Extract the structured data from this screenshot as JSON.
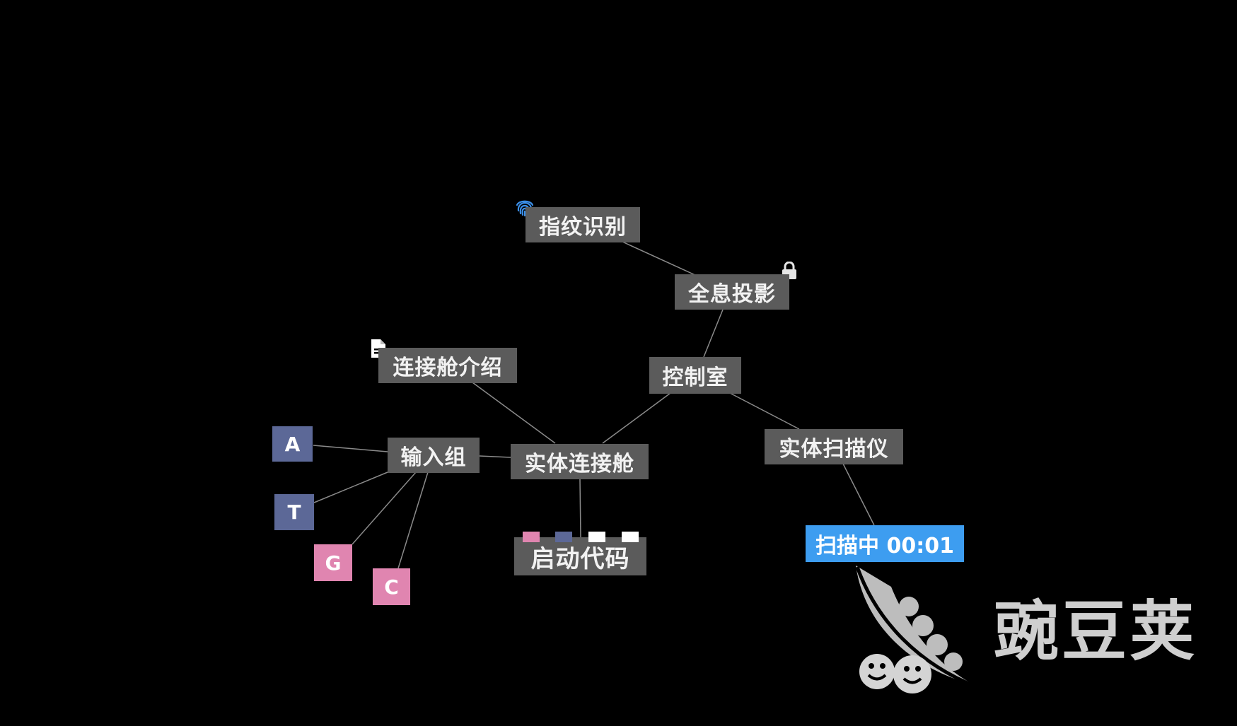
{
  "nodes": {
    "fingerprint": "指纹识别",
    "hologram": "全息投影",
    "dock_intro": "连接舱介绍",
    "control_room": "控制室",
    "input_group": "输入组",
    "entity_dock": "实体连接舱",
    "entity_scanner": "实体扫描仪",
    "boot_code": "启动代码"
  },
  "letters": {
    "a": "A",
    "t": "T",
    "g": "G",
    "c": "C"
  },
  "scan_status": {
    "label": "扫描中 00:01"
  },
  "code_slots": [
    {
      "color": "#e085b0"
    },
    {
      "color": "#5c6897"
    },
    {
      "color": "#ffffff"
    },
    {
      "color": "#ffffff"
    }
  ],
  "icons": {
    "fingerprint": "fingerprint-icon",
    "lock": "lock-icon",
    "document": "document-icon"
  },
  "colors": {
    "node_bg": "#5b5b5b",
    "letter_blue": "#5c6897",
    "letter_pink": "#e085b0",
    "scan_blue": "#3d9df0",
    "link": "#8a8a8a"
  },
  "watermark": {
    "text": "豌豆荚"
  }
}
